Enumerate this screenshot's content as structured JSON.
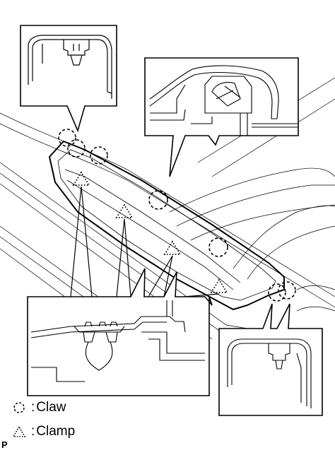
{
  "legend": {
    "claw": {
      "symbol": "dashed-circle",
      "label": "Claw"
    },
    "clamp": {
      "symbol": "dotted-triangle",
      "label": "Clamp"
    },
    "separator": ":"
  },
  "corner_mark": "P",
  "colors": {
    "line": "#000000",
    "background": "#ffffff"
  }
}
